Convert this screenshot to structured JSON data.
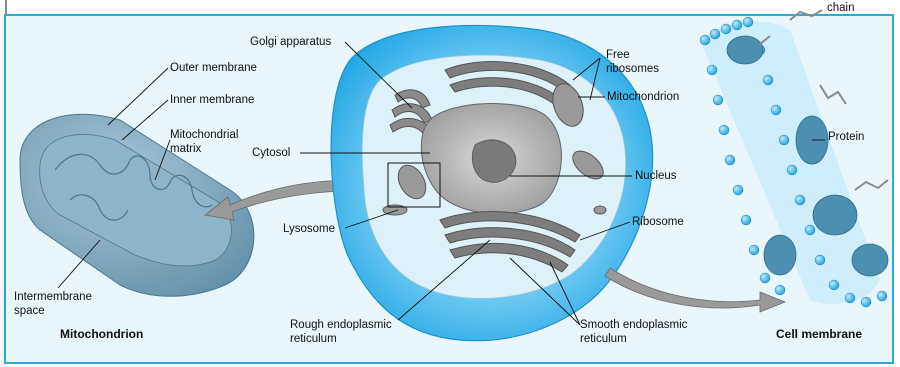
{
  "colors": {
    "frame": "#2fa8d8",
    "background": "#e9f6fc",
    "mitochondrion": "#7fa9bf",
    "cell_blue": "#3fb6ec",
    "organelle_gray": "#8a8a8a",
    "membrane_bead": "#37b3ea",
    "protein": "#4d8fb0"
  },
  "labels": {
    "outer_membrane": "Outer membrane",
    "inner_membrane": "Inner membrane",
    "mito_matrix_1": "Mitochondrial",
    "mito_matrix_2": "matrix",
    "intermembrane_1": "Intermembrane",
    "intermembrane_2": "space",
    "golgi": "Golgi apparatus",
    "cytosol": "Cytosol",
    "lysosome": "Lysosome",
    "free_ribosomes_1": "Free",
    "free_ribosomes_2": "ribosomes",
    "mitochondrion": "Mitochondrion",
    "nucleus": "Nucleus",
    "ribosome": "Ribosome",
    "rough_er_1": "Rough endoplasmic",
    "rough_er_2": "reticulum",
    "smooth_er_1": "Smooth endoplasmic",
    "smooth_er_2": "reticulum",
    "chain": "chain",
    "protein": "Protein"
  },
  "captions": {
    "mitochondrion": "Mitochondrion",
    "cell_membrane": "Cell membrane"
  }
}
